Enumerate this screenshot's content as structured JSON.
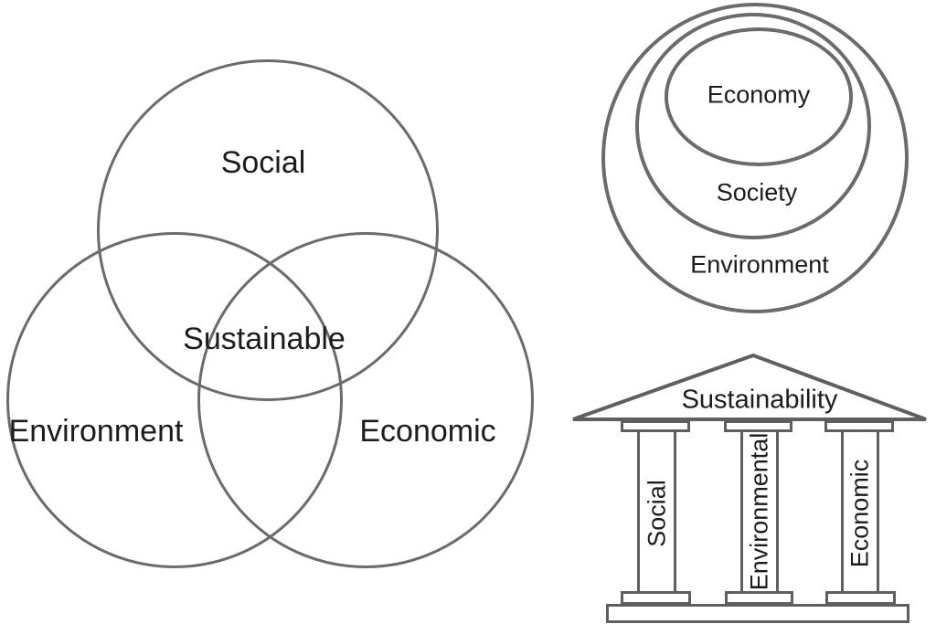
{
  "colors": {
    "background": "#ffffff",
    "stroke": "#6b6b6b",
    "temple_stroke": "#5f5f5f",
    "text": "#1c1c1c"
  },
  "venn_model": {
    "type": "three-circle venn diagram",
    "top_circle_label": "Social",
    "left_circle_label": "Environment",
    "right_circle_label": "Economic",
    "center_overlap_label": "Sustainable"
  },
  "nested_circles_model": {
    "type": "concentric circles",
    "inner_label": "Economy",
    "middle_label": "Society",
    "outer_label": "Environment"
  },
  "temple_model": {
    "type": "three-pillar temple",
    "roof_label": "Sustainability",
    "pillar_labels": [
      "Social",
      "Environmental",
      "Economic"
    ]
  }
}
